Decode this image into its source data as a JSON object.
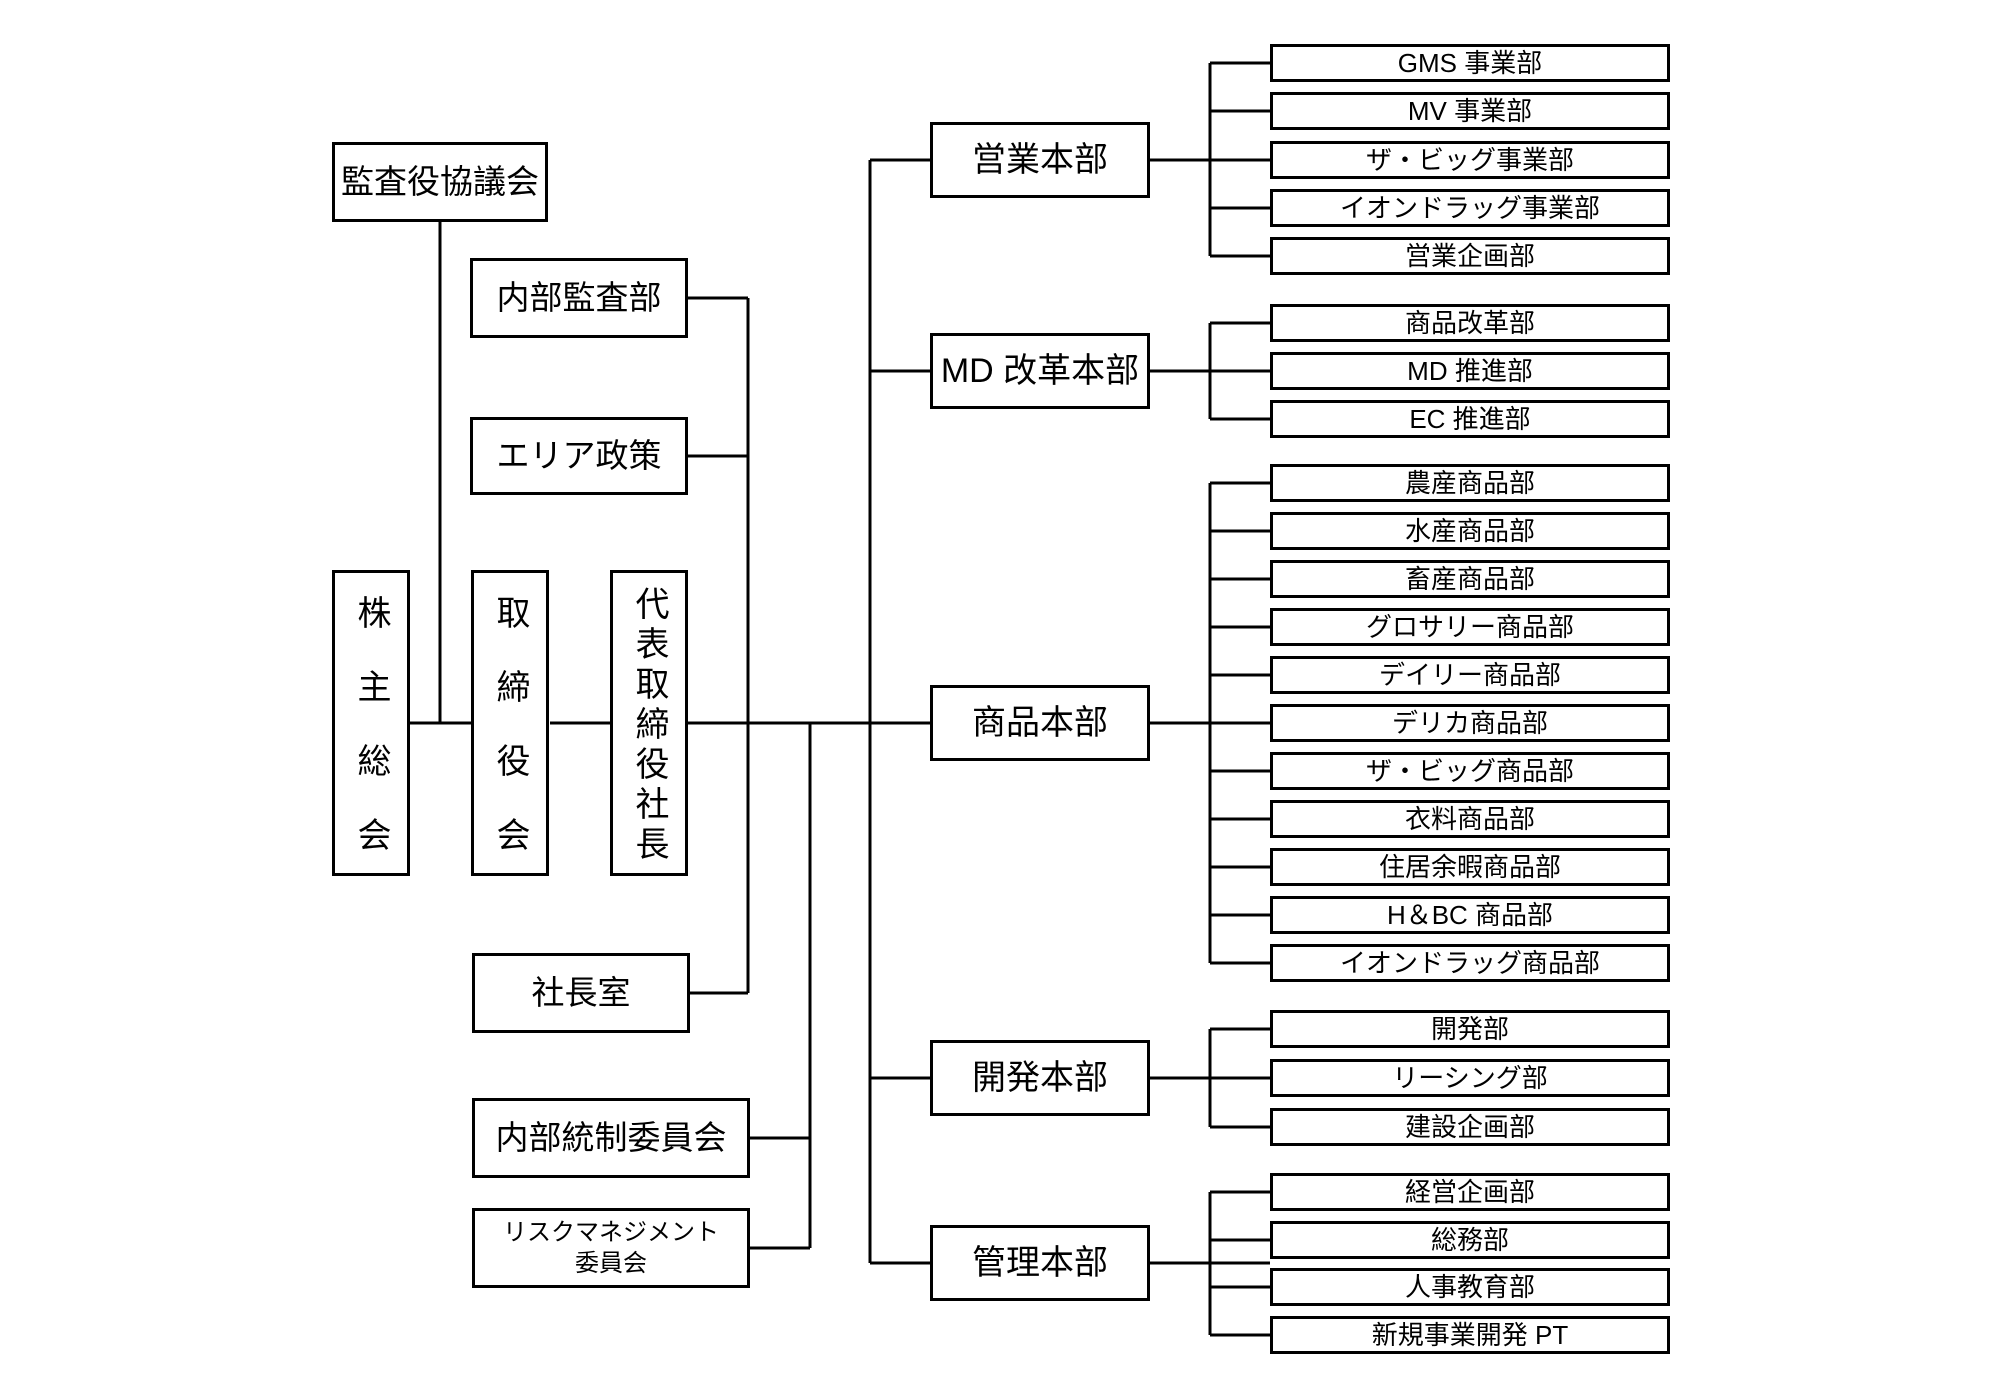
{
  "governance": {
    "audit_council": "監査役協議会",
    "internal_audit_dept": "内部監査部",
    "area_policy": "エリア政策",
    "shareholders_meeting": "株主総会",
    "board_of_directors": "取締役会",
    "representative_director_president": "代表取締役社長",
    "presidents_office": "社長室",
    "internal_control_committee": "内部統制委員会",
    "risk_management_committee": "リスクマネジメント\n委員会"
  },
  "divisions": [
    {
      "label": "営業本部",
      "children": [
        "GMS 事業部",
        "MV 事業部",
        "ザ・ビッグ事業部",
        "イオンドラッグ事業部",
        "営業企画部"
      ]
    },
    {
      "label": "MD 改革本部",
      "children": [
        "商品改革部",
        "MD 推進部",
        "EC 推進部"
      ]
    },
    {
      "label": "商品本部",
      "children": [
        "農産商品部",
        "水産商品部",
        "畜産商品部",
        "グロサリー商品部",
        "デイリー商品部",
        "デリカ商品部",
        "ザ・ビッグ商品部",
        "衣料商品部",
        "住居余暇商品部",
        "H＆BC 商品部",
        "イオンドラッグ商品部"
      ]
    },
    {
      "label": "開発本部",
      "children": [
        "開発部",
        "リーシング部",
        "建設企画部"
      ]
    },
    {
      "label": "管理本部",
      "children": [
        "経営企画部",
        "総務部",
        "人事教育部",
        "新規事業開発 PT"
      ]
    }
  ],
  "colors": {
    "line": "#000000",
    "background": "#ffffff"
  }
}
